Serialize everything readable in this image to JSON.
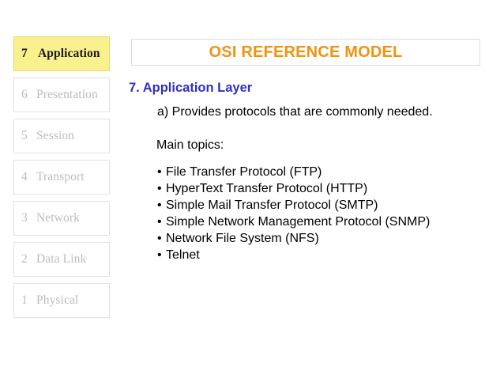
{
  "slide": {
    "title": "OSI REFERENCE MODEL",
    "colors": {
      "title_orange": "#f2930d",
      "heading_blue": "#3030c4",
      "active_layer_fill": "#f9f08e",
      "active_layer_border": "#e8d86a",
      "inactive_layer_text": "#bcbcbc",
      "inactive_layer_border": "#e2e2e2",
      "body_text": "#000000"
    }
  },
  "osi_stack": {
    "layers": [
      {
        "number": "7",
        "name": "Application",
        "active": true
      },
      {
        "number": "6",
        "name": "Presentation",
        "active": false
      },
      {
        "number": "5",
        "name": "Session",
        "active": false
      },
      {
        "number": "4",
        "name": "Transport",
        "active": false
      },
      {
        "number": "3",
        "name": "Network",
        "active": false
      },
      {
        "number": "2",
        "name": "Data Link",
        "active": false
      },
      {
        "number": "1",
        "name": "Physical",
        "active": false
      }
    ]
  },
  "content": {
    "heading": "7.  Application Layer",
    "sub_point": "a) Provides protocols that are commonly needed.",
    "main_topics_label": "Main topics:",
    "bullet_char": "•",
    "bullets": [
      "File Transfer Protocol (FTP)",
      "HyperText Transfer Protocol (HTTP)",
      "Simple Mail Transfer Protocol (SMTP)",
      "Simple Network Management Protocol (SNMP)",
      "Network File System (NFS)",
      "Telnet"
    ]
  }
}
